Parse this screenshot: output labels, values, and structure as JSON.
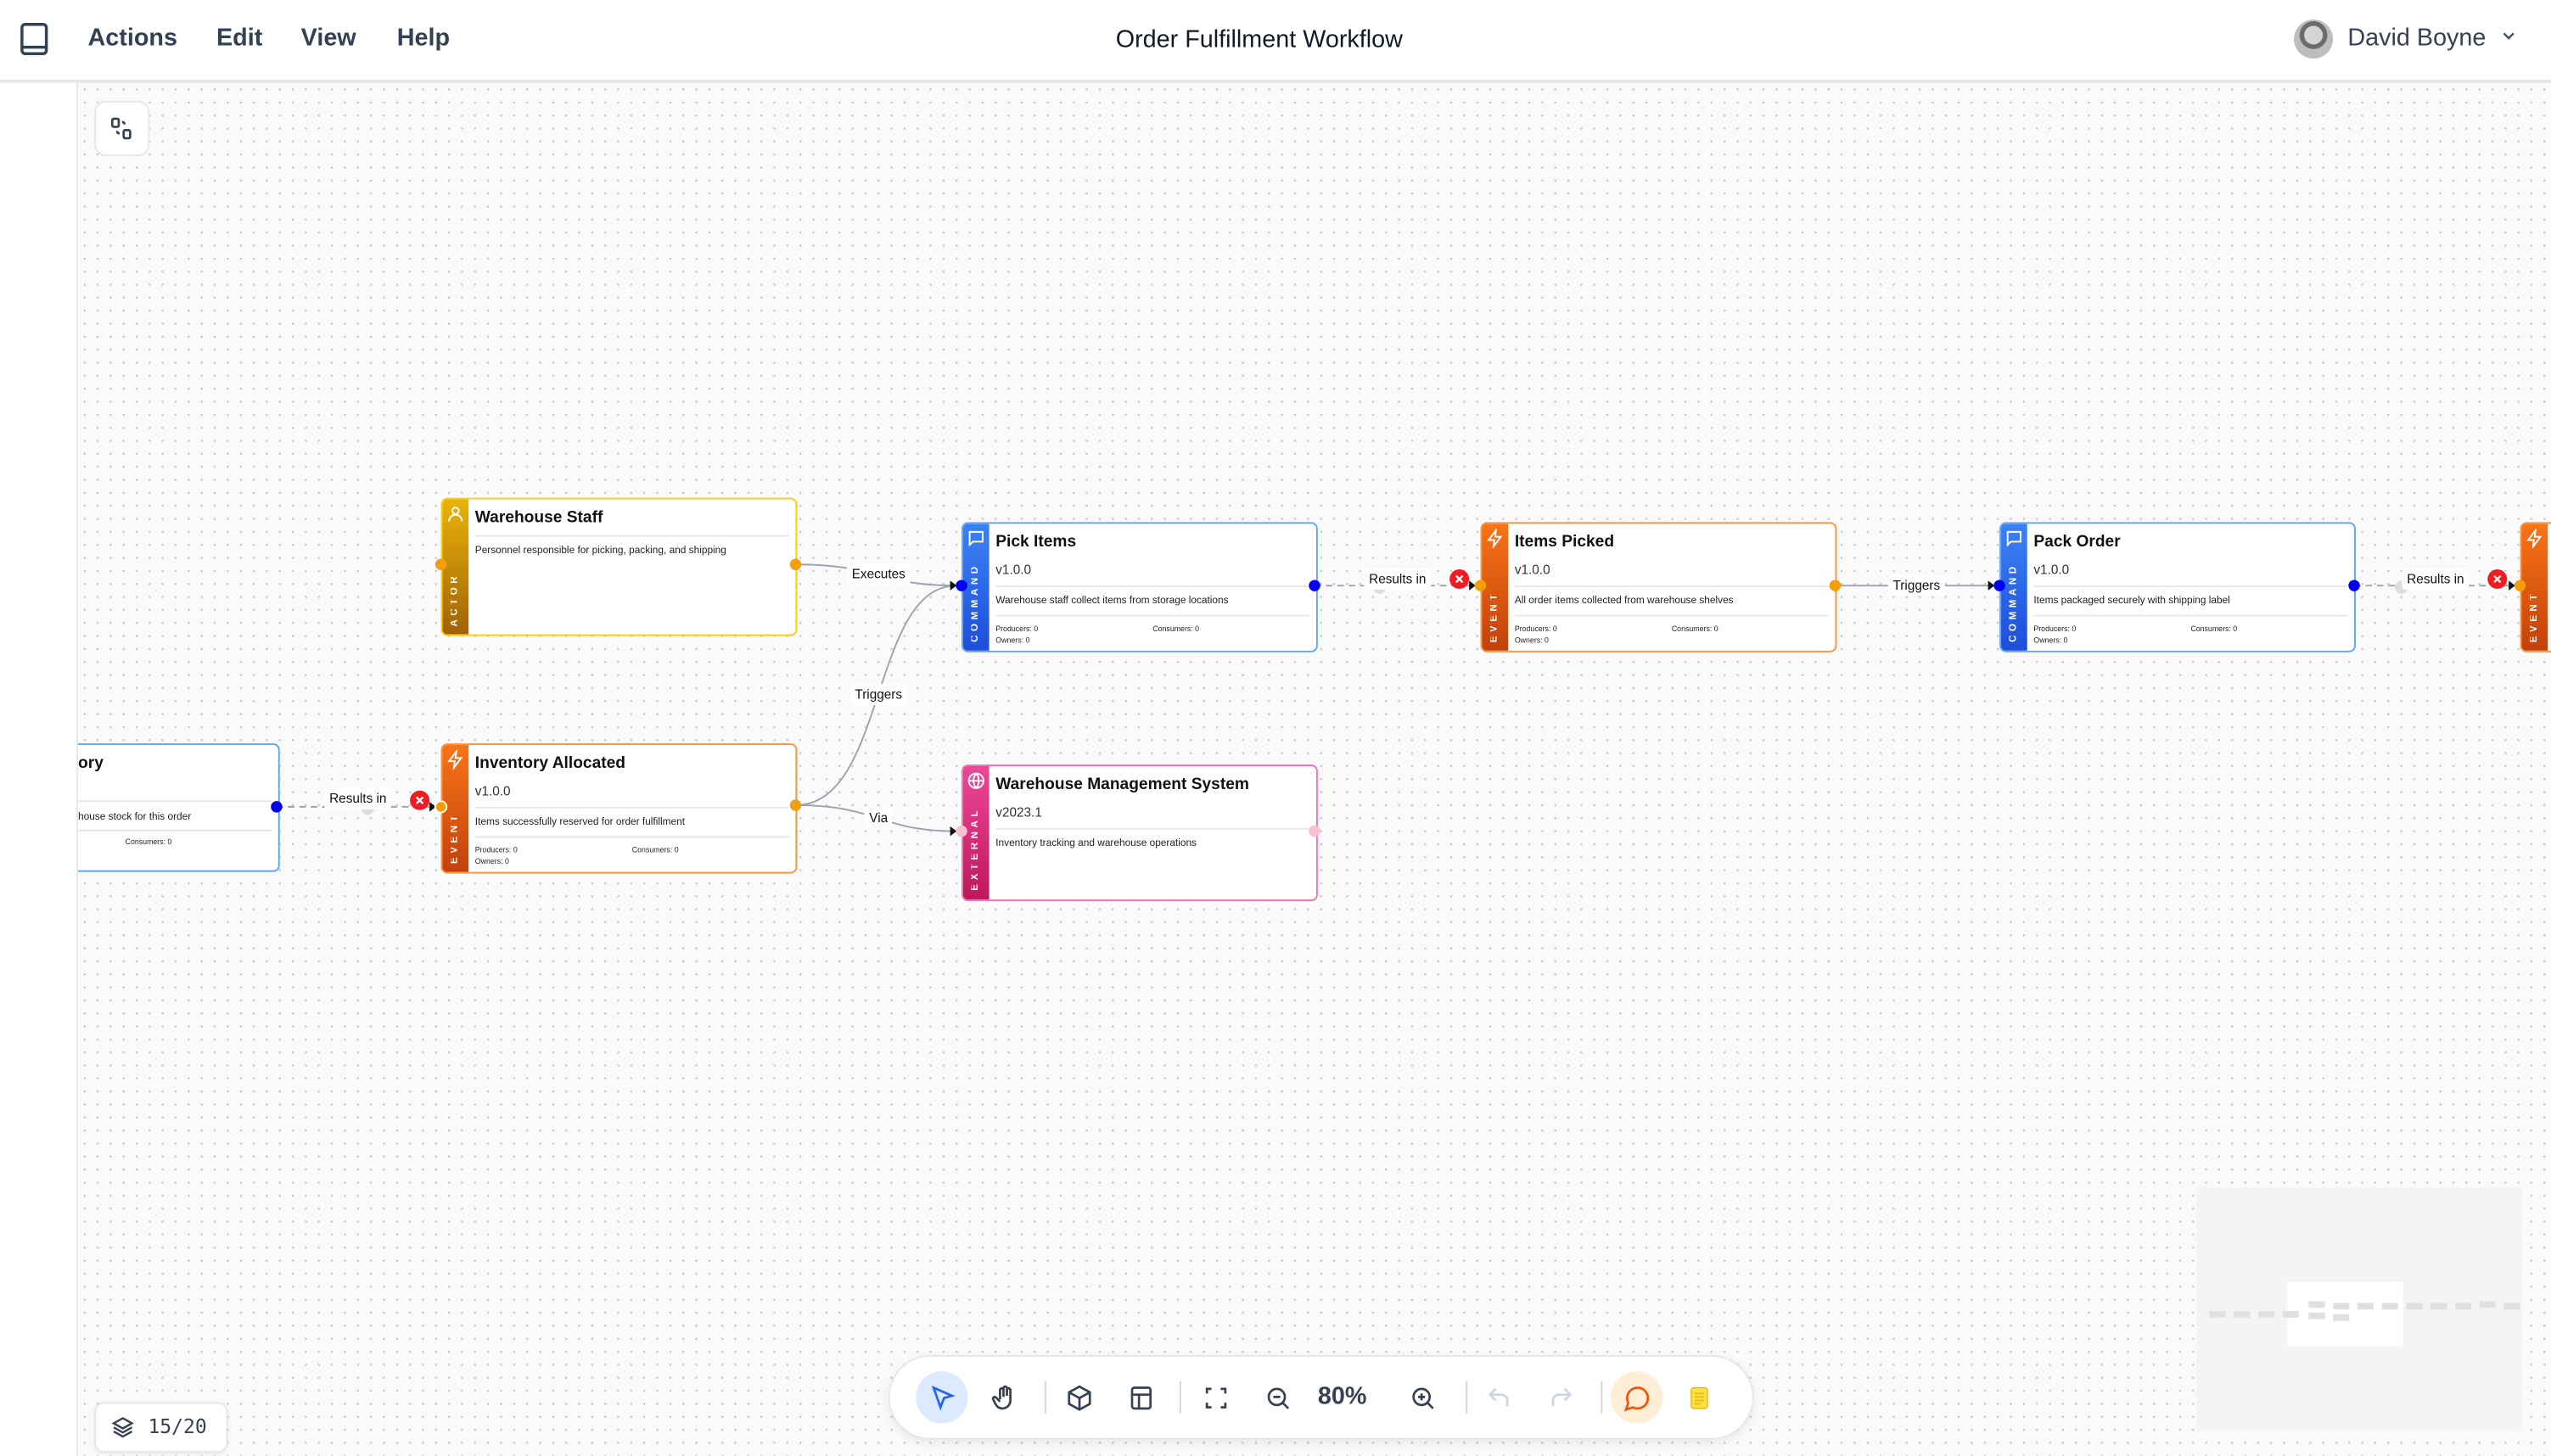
{
  "header": {
    "menu": [
      "Actions",
      "Edit",
      "View",
      "Help"
    ],
    "title": "Order Fulfillment Workflow",
    "user_name": "David Boyne"
  },
  "sidebar": {
    "top_icons": [
      "folder-icon",
      "cube-icon",
      "layout-icon",
      "book-icon",
      "notebook-pen-icon"
    ],
    "bottom_icons": [
      "discord-icon",
      "twitter-icon",
      "book-open-icon",
      "settings-icon"
    ]
  },
  "nodes": [
    {
      "kind": "ACTOR",
      "icon": "user-icon",
      "title": "Warehouse Staff",
      "description": "Personnel responsible for picking, packing, and shipping",
      "color": "#eab308"
    },
    {
      "kind": "EVENT",
      "icon": "lightning-icon",
      "title": "Inventory Allocated",
      "version": "v1.0.0",
      "description": "Items successfully reserved for order fulfillment",
      "producers": "Producers: 0",
      "consumers": "Consumers: 0",
      "owners": "Owners: 0",
      "color": "#f97316"
    },
    {
      "kind": "COMMAND",
      "icon": "message-icon",
      "title": "Pick Items",
      "version": "v1.0.0",
      "description": "Warehouse staff collect items from storage locations",
      "producers": "Producers: 0",
      "consumers": "Consumers: 0",
      "owners": "Owners: 0",
      "color": "#3b82f6"
    },
    {
      "kind": "EXTERNAL",
      "icon": "globe-icon",
      "title": "Warehouse Management System",
      "version": "v2023.1",
      "description": "Inventory tracking and warehouse operations",
      "color": "#ec4899"
    },
    {
      "kind": "EVENT",
      "icon": "lightning-icon",
      "title": "Items Picked",
      "version": "v1.0.0",
      "description": "All order items collected from warehouse shelves",
      "producers": "Producers: 0",
      "consumers": "Consumers: 0",
      "owners": "Owners: 0",
      "color": "#f97316"
    },
    {
      "kind": "COMMAND",
      "icon": "message-icon",
      "title": "Pack Order",
      "version": "v1.0.0",
      "description": "Items packaged securely with shipping label",
      "producers": "Producers: 0",
      "consumers": "Consumers: 0",
      "owners": "Owners: 0",
      "color": "#3b82f6"
    },
    {
      "kind": "EVENT",
      "icon": "lightning-icon",
      "title": "",
      "description": "",
      "color": "#f97316"
    }
  ],
  "partial_node": {
    "title": "ory",
    "description": "house stock for this order",
    "consumers": "Consumers: 0"
  },
  "edges": [
    {
      "label": "Executes"
    },
    {
      "label": "Triggers"
    },
    {
      "label": "Via"
    },
    {
      "label": "Results in"
    },
    {
      "label": "Results in"
    },
    {
      "label": "Triggers"
    },
    {
      "label": "Results in"
    }
  ],
  "toolbar": {
    "tools": [
      "select-pointer",
      "hand-pan",
      "add-cube",
      "layout",
      "fit-view",
      "zoom-out",
      "zoom-in",
      "undo",
      "redo",
      "comment",
      "sticky-note"
    ],
    "active_tool": "select-pointer",
    "zoom": "80%"
  },
  "layers": {
    "count": "15/20"
  }
}
